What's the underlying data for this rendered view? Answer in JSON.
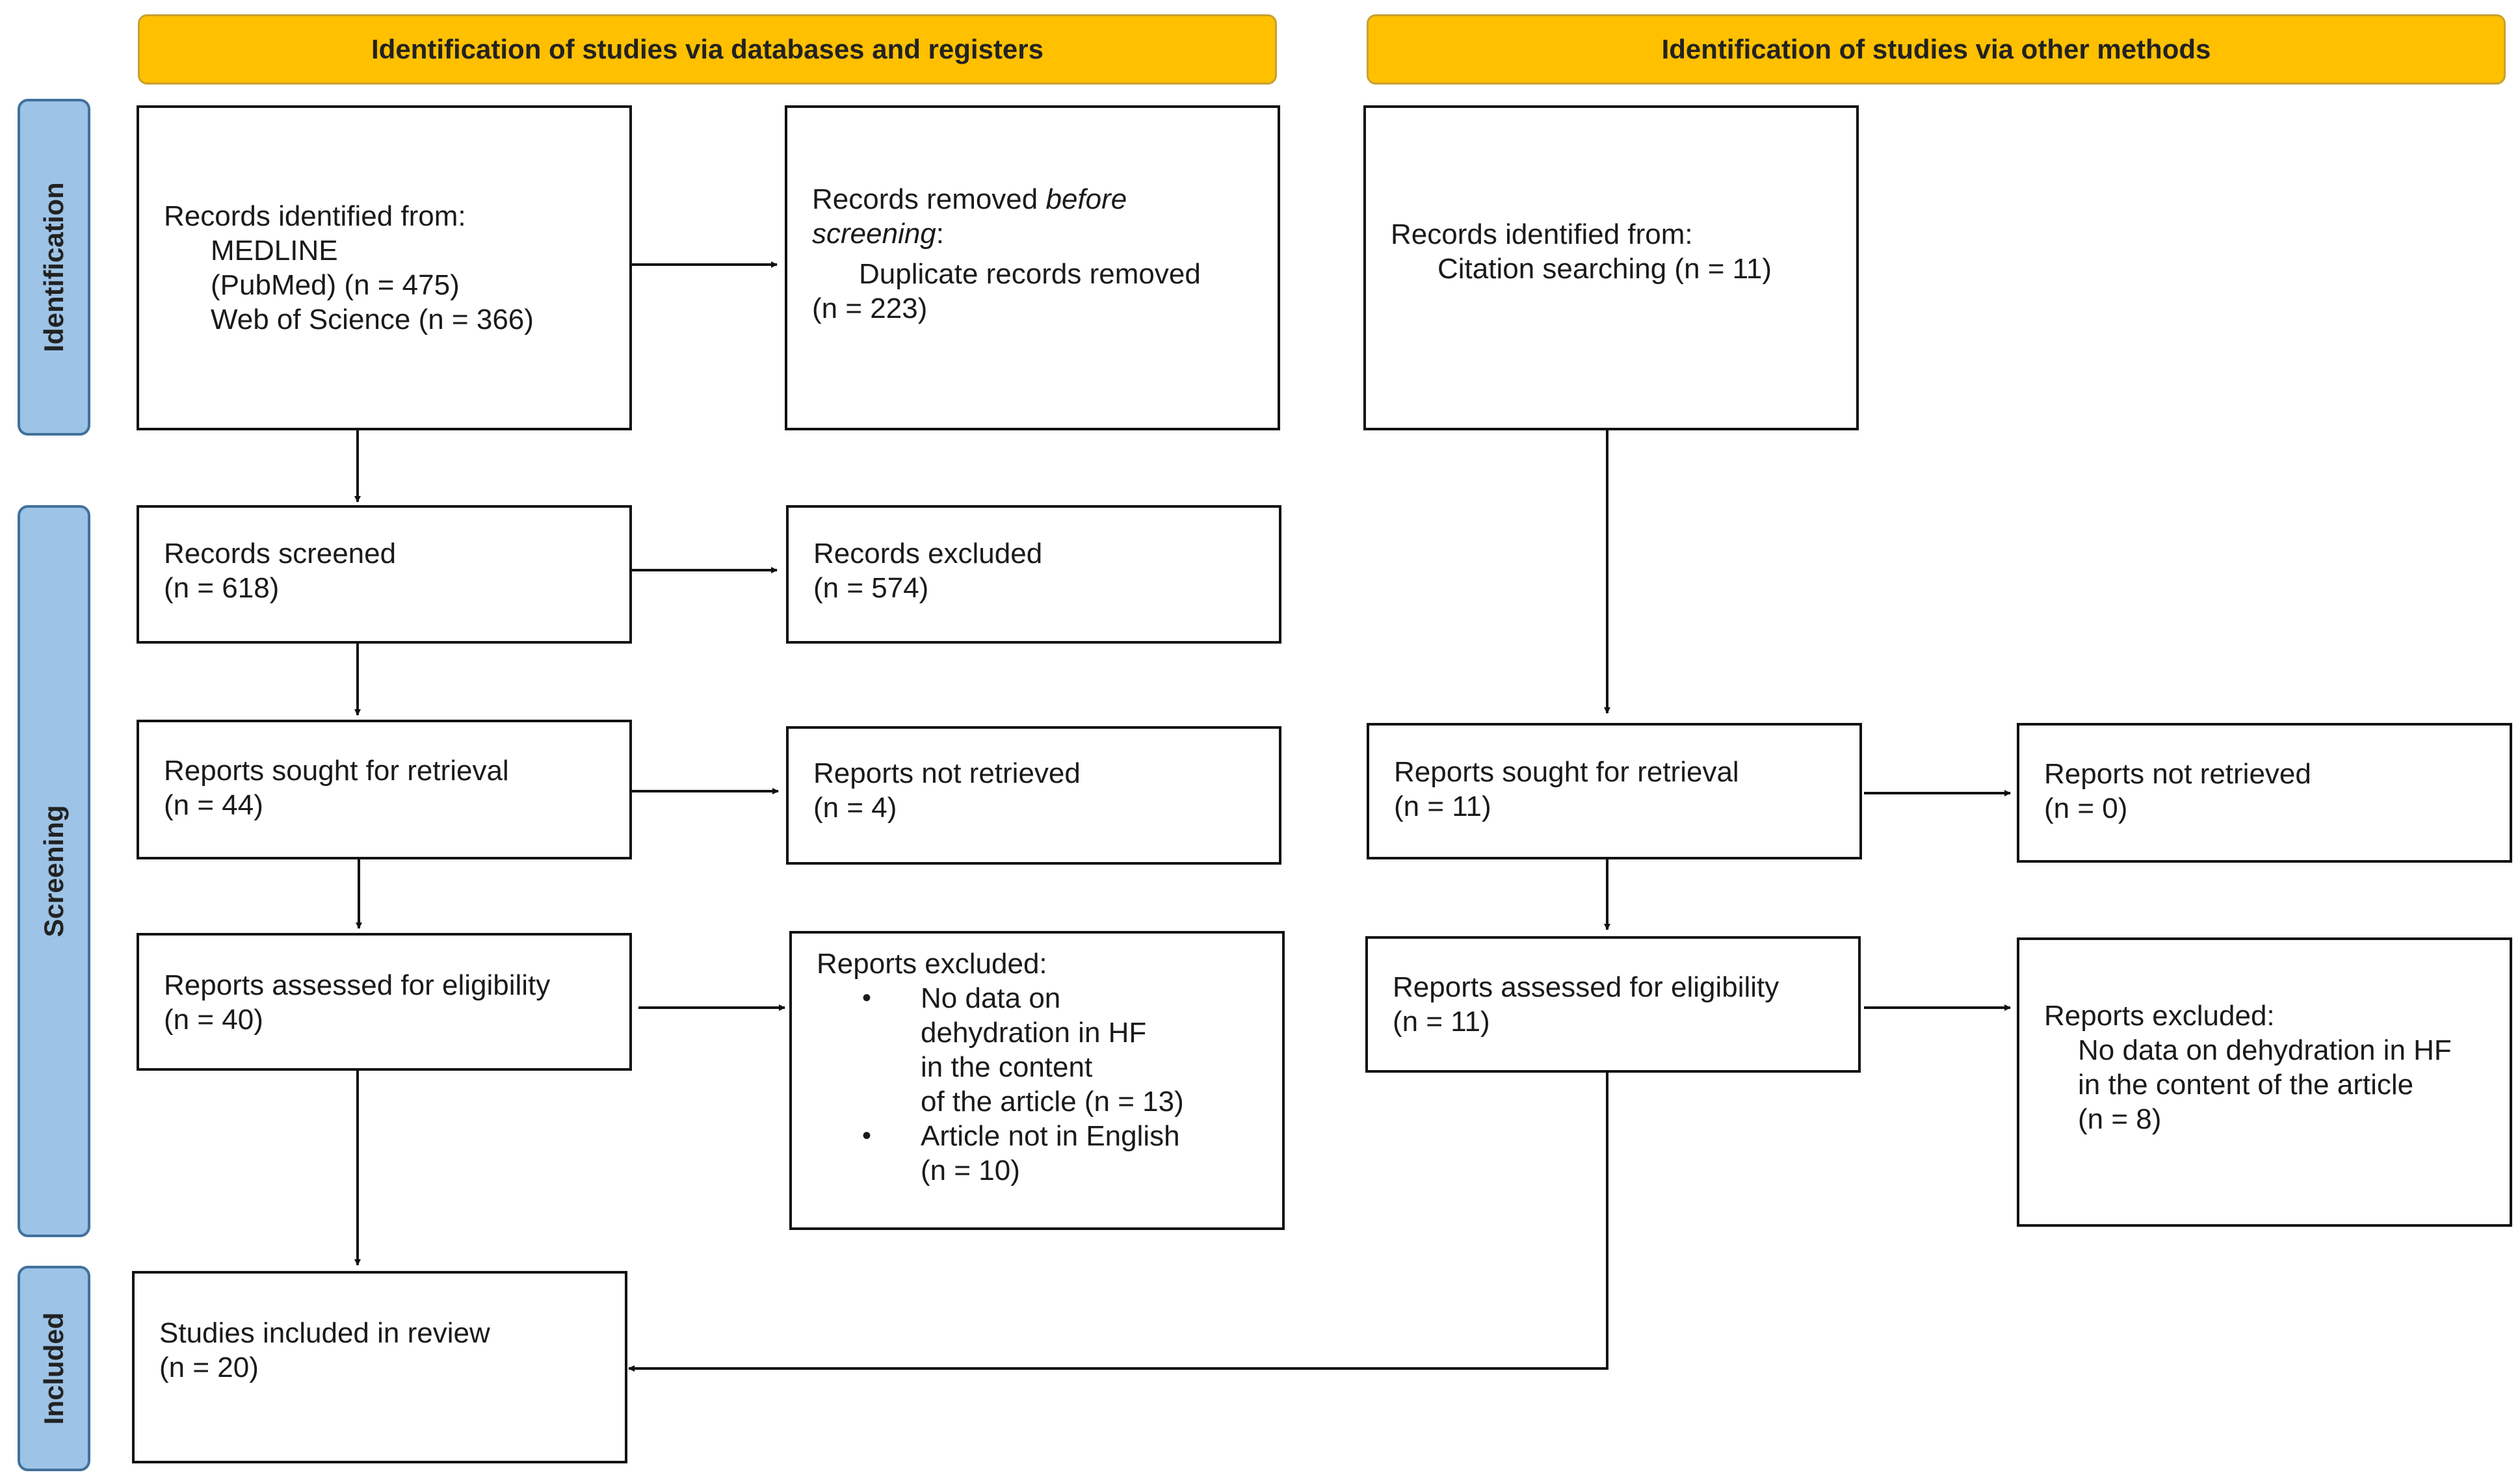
{
  "headers": {
    "databases": "Identification of studies via databases and registers",
    "other": "Identification of studies via other methods"
  },
  "phases": {
    "identification": "Identification",
    "screening": "Screening",
    "included": "Included"
  },
  "db": {
    "identified": {
      "line1": "Records identified from:",
      "line2": "MEDLINE",
      "line3": "(PubMed) (n = 475)",
      "line4": "Web of Science (n = 366)"
    },
    "removed": {
      "line1_a": "Records removed ",
      "line1_b": "before",
      "line2_a": "screening",
      "line2_b": ":",
      "line3": "Duplicate records removed",
      "line4": "(n = 223)"
    },
    "screened": {
      "label": "Records screened",
      "n": "(n = 618)"
    },
    "excluded": {
      "label": "Records excluded",
      "n": "(n = 574)"
    },
    "sought": {
      "label": "Reports sought for retrieval",
      "n": "(n = 44)"
    },
    "not_retrieved": {
      "label": "Reports not retrieved",
      "n": "(n = 4)"
    },
    "assessed": {
      "label": "Reports assessed for eligibility",
      "n": "(n = 40)"
    },
    "reports_excluded": {
      "title": "Reports excluded:",
      "reason1": [
        "No data on",
        "dehydration in HF",
        "in the content",
        "of the article (n = 13)"
      ],
      "reason2": [
        "Article not in English",
        "(n = 10)"
      ]
    },
    "included": {
      "label": "Studies included in review",
      "n": "(n = 20)"
    }
  },
  "other": {
    "identified": {
      "line1": "Records identified from:",
      "line2": "Citation searching (n = 11)"
    },
    "sought": {
      "label": "Reports sought for retrieval",
      "n": "(n = 11)"
    },
    "not_retrieved": {
      "label": "Reports not retrieved",
      "n": "(n = 0)"
    },
    "assessed": {
      "label": "Reports assessed for eligibility",
      "n": "(n = 11)"
    },
    "reports_excluded": {
      "title": "Reports excluded:",
      "lines": [
        "No data on dehydration in HF",
        "in the content of the article",
        "(n = 8)"
      ]
    }
  },
  "colors": {
    "header_fill": "#ffc000",
    "phase_fill": "#9dc3e6",
    "phase_border": "#41719c",
    "box_border": "#111111"
  }
}
